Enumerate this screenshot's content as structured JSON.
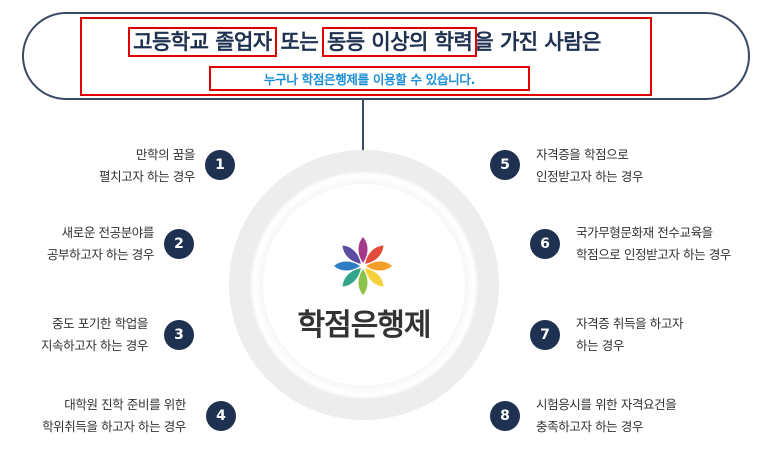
{
  "headline": {
    "part1": "고등학교 졸업자",
    "part2": " 또는 ",
    "part3": "동등 이상의 학력",
    "part4": "을 가진 사람은"
  },
  "subtitle": "누구나 학점은행제를 이용할 수 있습니다.",
  "center_label": "학점은행제",
  "colors": {
    "navy": "#1e3150",
    "accent_blue": "#1a8fd6",
    "highlight_red": "#e00000"
  },
  "items": [
    {
      "num": "1",
      "line1": "만학의 꿈을",
      "line2": "펼치고자 하는 경우"
    },
    {
      "num": "2",
      "line1": "새로운 전공분야를",
      "line2": "공부하고자 하는 경우"
    },
    {
      "num": "3",
      "line1": "중도 포기한 학업을",
      "line2": "지속하고자 하는 경우"
    },
    {
      "num": "4",
      "line1": "대학원 진학 준비를 위한",
      "line2": "학위취득을 하고자 하는 경우"
    },
    {
      "num": "5",
      "line1": "자격증을 학점으로",
      "line2": "인정받고자 하는 경우"
    },
    {
      "num": "6",
      "line1": "국가무형문화재 전수교육을",
      "line2": "학점으로 인정받고자 하는 경우"
    },
    {
      "num": "7",
      "line1": "자격증 취득을 하고자",
      "line2": "하는 경우"
    },
    {
      "num": "8",
      "line1": "시험응시를 위한 자격요건을",
      "line2": "충족하고자 하는 경우"
    }
  ]
}
